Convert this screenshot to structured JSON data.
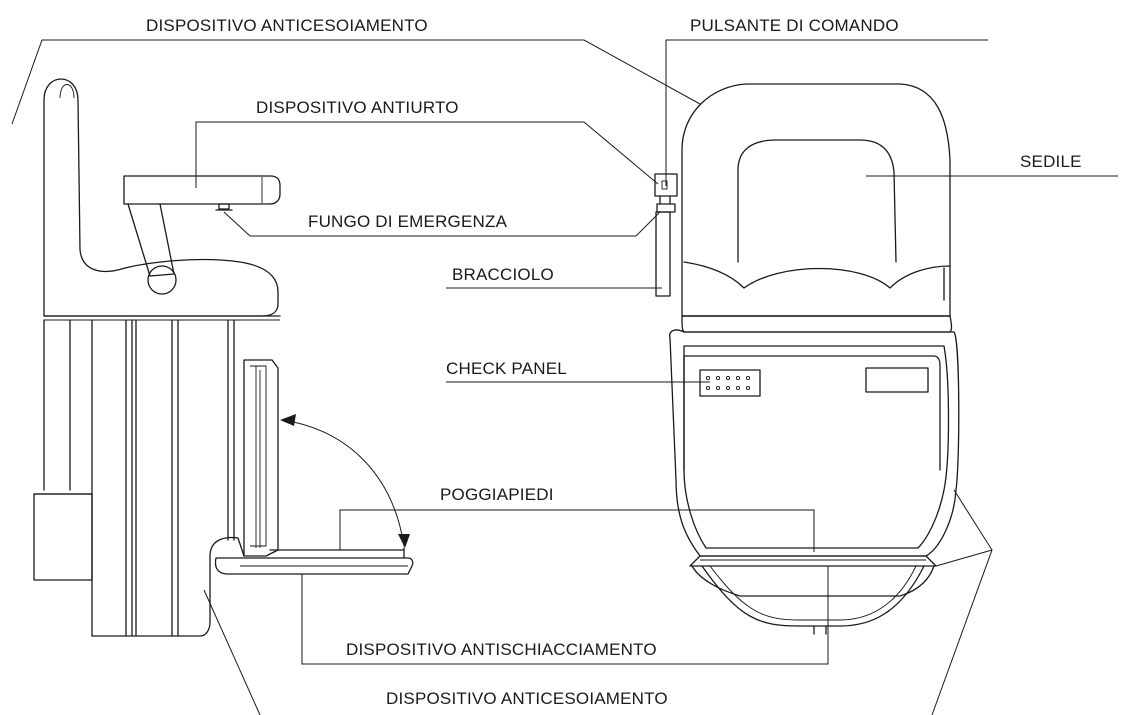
{
  "labels": {
    "anticesoiamento_top": "DISPOSITIVO ANTICESOIAMENTO",
    "pulsante": "PULSANTE DI COMANDO",
    "antiurto": "DISPOSITIVO ANTIURTO",
    "sedile": "SEDILE",
    "fungo": "FUNGO DI EMERGENZA",
    "bracciolo": "BRACCIOLO",
    "check_panel": "CHECK PANEL",
    "poggiapiedi": "POGGIAPIEDI",
    "antischiacciamento": "DISPOSITIVO ANTISCHIACCIAMENTO",
    "anticesoiamento_bottom": "DISPOSITIVO ANTICESOIAMENTO"
  }
}
